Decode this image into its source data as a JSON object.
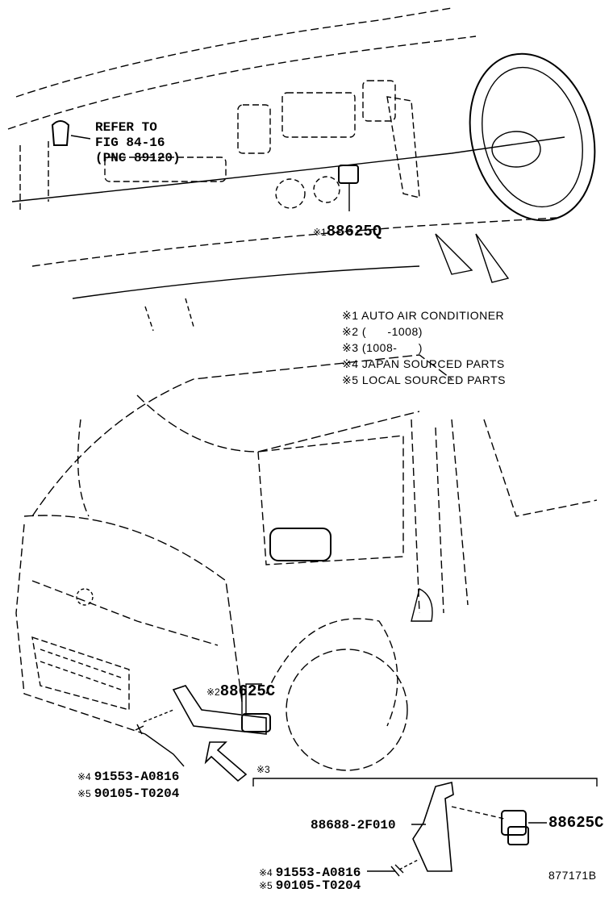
{
  "refer": {
    "line1": "REFER TO",
    "line2": "FIG 84-16",
    "line3": "(PNC 89120)"
  },
  "dash_part": {
    "mark": "※1",
    "number": "88625Q"
  },
  "legend": [
    {
      "mark": "※1",
      "text": "AUTO AIR CONDITIONER"
    },
    {
      "mark": "※2",
      "text": "(      -1008)"
    },
    {
      "mark": "※3",
      "text": "(1008-      )"
    },
    {
      "mark": "※4",
      "text": "JAPAN SOURCED PARTS"
    },
    {
      "mark": "※5",
      "text": "LOCAL SOURCED PARTS"
    }
  ],
  "van_parts": {
    "sensor": {
      "mark": "※2",
      "number": "88625C"
    },
    "bolt_japan": {
      "mark": "※4",
      "number": "91553-A0816"
    },
    "bolt_local": {
      "mark": "※5",
      "number": "90105-T0204"
    }
  },
  "detail": {
    "mark": "※3",
    "bracket": "88688-2F010",
    "sensor": "88625C",
    "bolt_japan": {
      "mark": "※4",
      "number": "91553-A0816"
    },
    "bolt_local": {
      "mark": "※5",
      "number": "90105-T0204"
    }
  },
  "figure_id": "877171B"
}
